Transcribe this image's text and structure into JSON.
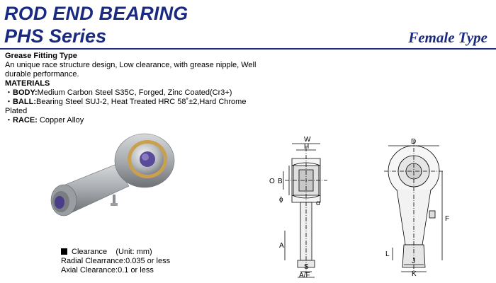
{
  "header": {
    "title_line1": "ROD END BEARING",
    "title_line2": "PHS Series",
    "type_label": "Female Type"
  },
  "description": {
    "heading": "Grease Fitting Type",
    "text": "An unique race structure design, Low clearance, with grease nipple, Well durable performance.",
    "materials_heading": "MATERIALS",
    "materials": [
      {
        "bullet": "・",
        "label": "BODY:",
        "text": "Medium Carbon Steel S35C, Forged, Zinc Coated(Cr3+)"
      },
      {
        "bullet": "・",
        "label": "BALL:",
        "text": "Bearing Steel SUJ-2, Heat Treated HRC 58˚±2,Hard Chrome Plated"
      },
      {
        "bullet": "・",
        "label": "RACE:",
        "text": " Copper Alloy"
      }
    ]
  },
  "clearance": {
    "heading": "Clearance",
    "unit": "(Unit: mm)",
    "radial": "Radial Clearrance:0.035 or less",
    "axial": "Axial Clearance:0.1 or less"
  },
  "drawing_labels": {
    "W": "W",
    "H": "H",
    "O": "O",
    "B": "B",
    "phi": "ϕ",
    "alpha": "α",
    "A": "A",
    "S": "S",
    "AF": "A/F",
    "D": "D",
    "F": "F",
    "L": "L",
    "J": "J",
    "K": "K"
  },
  "colors": {
    "title": "#1a2a80",
    "rule": "#1a2a80"
  }
}
